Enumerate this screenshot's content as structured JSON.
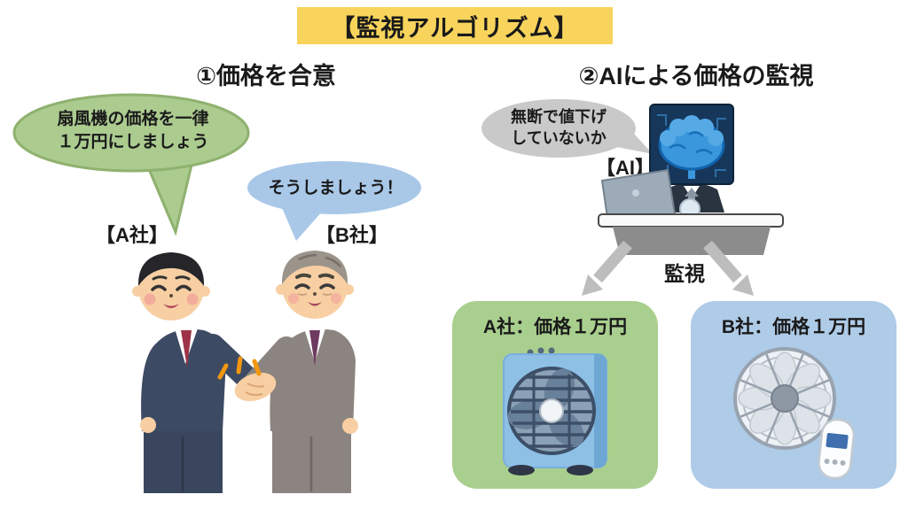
{
  "title": "【監視アルゴリズム】",
  "left_section": {
    "heading": "①価格を合意",
    "green_bubble_line1": "扇風機の価格を一律",
    "green_bubble_line2": "１万円にしましょう",
    "blue_bubble_text": "そうしましょう！",
    "company_a_label": "【A社】",
    "company_b_label": "【B社】"
  },
  "right_section": {
    "heading": "②AIによる価格の監視",
    "gray_bubble_line1": "無断で値下げ",
    "gray_bubble_line2": "していないか",
    "ai_label": "【AI】",
    "monitor_label": "監視",
    "box_a_label": "A社：価格１万円",
    "box_b_label": "B社：価格１万円"
  },
  "colors": {
    "title_bg": "#f8d45c",
    "bubble_green": "#abcb8f",
    "bubble_green_border": "#8fb26f",
    "bubble_blue": "#a9c8e8",
    "bubble_gray": "#c9c9c9",
    "box_green": "#a9cf8e",
    "box_blue": "#aecbe8",
    "arrow_gray": "#bdbdbd",
    "emphasis_orange": "#f2970f",
    "text_color": "#1a1a1a"
  },
  "illustrations": {
    "handshake": "two-businessmen-handshake",
    "ai_figure": "ai-brain-businessman-at-desk",
    "box_fan": "blue-box-fan",
    "wall_fan": "wall-mounted-fan"
  }
}
